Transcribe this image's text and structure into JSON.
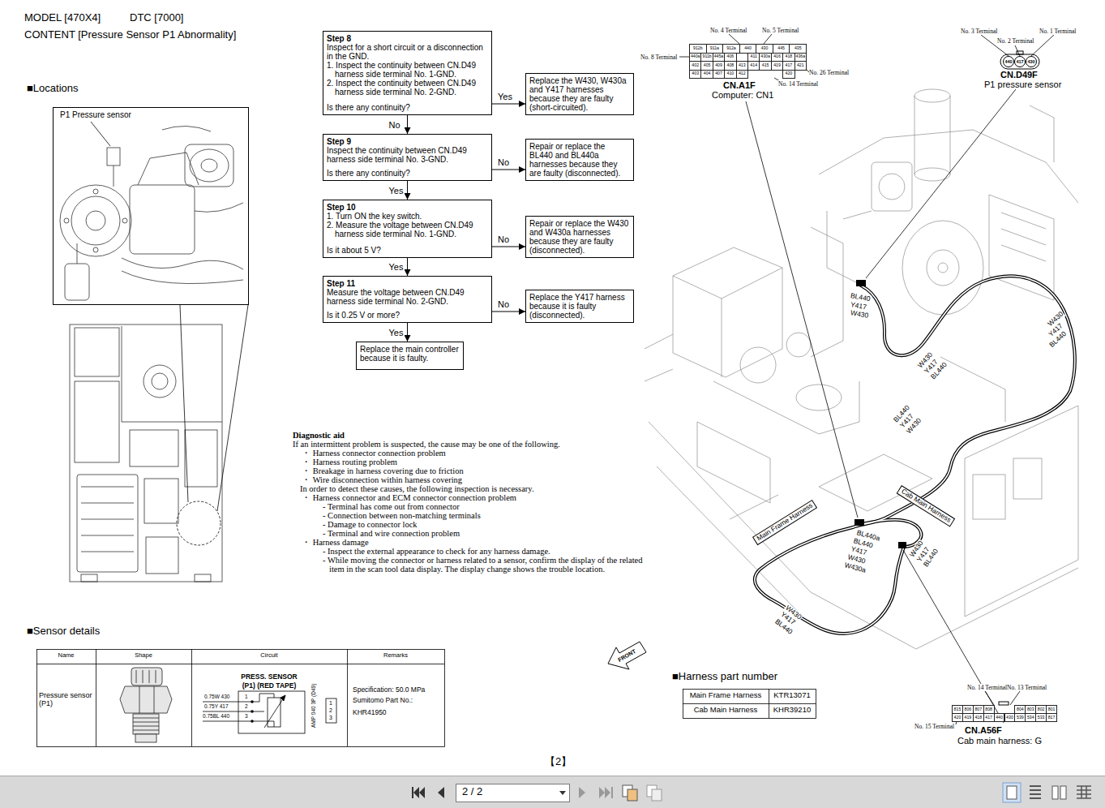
{
  "diagram": {
    "nodes": [
      {
        "text": [
          "Step 8",
          "Inspect for a short circuit or a disconnection in the GND.",
          "1. Inspect the continuity between CN.D49 harness side terminal No. 1-GND.",
          "2. Inspect the continuity between CN.D49 harness side terminal No. 2-GND.",
          "Is there any continuity?"
        ]
      },
      {
        "text": [
          "Replace the W430, W430a and Y417 harnesses because they are faulty (short-circuited)."
        ]
      },
      {
        "text": [
          "Step 9",
          "Inspect the continuity between CN.D49 harness side terminal No. 3-GND.",
          "Is there any continuity?"
        ]
      },
      {
        "text": [
          "Repair or replace the BL440 and BL440a harnesses because they are faulty (disconnected)."
        ]
      },
      {
        "text": [
          "Step 10",
          "1. Turn ON the key switch.",
          "2. Measure the voltage between CN.D49 harness side terminal No. 1-GND.",
          "Is it about 5 V?"
        ]
      },
      {
        "text": [
          "Repair or replace the W430 and W430a harnesses because they are faulty (disconnected)."
        ]
      },
      {
        "text": [
          "Step 11",
          "Measure the voltage between CN.D49 harness side terminal No. 2-GND.",
          "Is it 0.25 V or more?"
        ]
      },
      {
        "text": [
          "Replace the Y417 harness because it is faulty (disconnected)."
        ]
      },
      {
        "text": [
          "Replace the main controller because it is faulty."
        ]
      },
      {
        "text": [
          "P1 Pressure sensor"
        ]
      }
    ],
    "edges": [
      {
        "from": 0,
        "to": 1,
        "label": "Yes",
        "arrow": "to"
      },
      {
        "from": 0,
        "to": 2,
        "label": "No",
        "arrow": "to"
      },
      {
        "from": 2,
        "to": 3,
        "label": "No",
        "arrow": "to"
      },
      {
        "from": 2,
        "to": 4,
        "label": "Yes",
        "arrow": "to"
      },
      {
        "from": 4,
        "to": 5,
        "label": "No",
        "arrow": "to"
      },
      {
        "from": 4,
        "to": 6,
        "label": "Yes",
        "arrow": "to"
      },
      {
        "from": 6,
        "to": 7,
        "label": "No",
        "arrow": "to"
      },
      {
        "from": 6,
        "to": 8,
        "label": "Yes",
        "arrow": "to"
      }
    ],
    "labels": [
      "MODEL [470X4]",
      "DTC [7000]",
      "CONTENT [Pressure Sensor P1 Abnormality]",
      "■Locations",
      "Diagnostic aid",
      "If an intermittent problem is suspected, the cause may be one of the following.",
      "・ Harness connector connection problem",
      "・ Harness routing problem",
      "・ Breakage in harness covering due to friction",
      "・ Wire disconnection within harness covering",
      "In order to detect these causes, the following inspection is necessary.",
      "・ Harness connector and ECM connector connection problem",
      "- Terminal has come out from connector",
      "- Connection between non-matching terminals",
      "- Damage to connector lock",
      "- Terminal and wire connection problem",
      "・ Harness damage",
      "- Inspect the external appearance to check for any harness damage.",
      "- While moving the connector or harness related to a sensor, confirm the display of the related item in the scan tool data display. The display change shows the trouble location.",
      "■Sensor details",
      "Name",
      "Shape",
      "Circuit",
      "Remarks",
      "Pressure sensor (P1)",
      "PRESS. SENSOR",
      "(P1) (RED TAPE)",
      "0.75W 430",
      "0.75Y 417",
      "0.75BL 440",
      "1",
      "2",
      "3",
      "AMP 040 3P (D49)",
      "1",
      "2",
      "3",
      "Specification: 50.0 MPa",
      "Sumitomo Part No.:",
      "KHR41950",
      "■Harness part number",
      "Main Frame Harness",
      "KTR13071",
      "Cab Main Harness",
      "KHR39210",
      "No. 4 Terminal",
      "No. 5 Terminal",
      "No. 8 Terminal",
      "No. 26 Terminal",
      "No. 14 Terminal",
      "CN.A1F",
      "Computer: CN1",
      "912b",
      "911a",
      "912a",
      "440",
      "430",
      "445",
      "435",
      "440a",
      "911b",
      "445a",
      "406",
      "411",
      "430a",
      "416",
      "418",
      "436a",
      "402",
      "405",
      "409",
      "408",
      "413",
      "414",
      "415",
      "419",
      "417",
      "421",
      "403",
      "404",
      "407",
      "410",
      "412",
      "420",
      "No. 3 Terminal",
      "No. 2 Terminal",
      "No. 1 Terminal",
      "440",
      "417",
      "430",
      "CN.D49F",
      "P1 pressure sensor",
      "No. 14 Terminal",
      "No. 13 Terminal",
      "No. 15 Terminal",
      "CN.A56F",
      "Cab main harness: G",
      "815",
      "806",
      "807",
      "808",
      "804",
      "803",
      "802",
      "801",
      "420",
      "419",
      "418",
      "417",
      "440",
      "430",
      "539",
      "534",
      "533",
      "817",
      "BL440",
      "Y417",
      "W430",
      "W430",
      "Y417",
      "BL440",
      "W430",
      "Y417",
      "BL440",
      "BL440",
      "Y417",
      "W430",
      "Main Frame Harness",
      "Cab Main Harness",
      "BL440a",
      "BL440",
      "Y417",
      "W430",
      "W430a",
      "W430",
      "Y417",
      "BL440",
      "W430",
      "Y417",
      "BL440",
      "FRONT",
      "【2】",
      "2 / 2"
    ]
  }
}
